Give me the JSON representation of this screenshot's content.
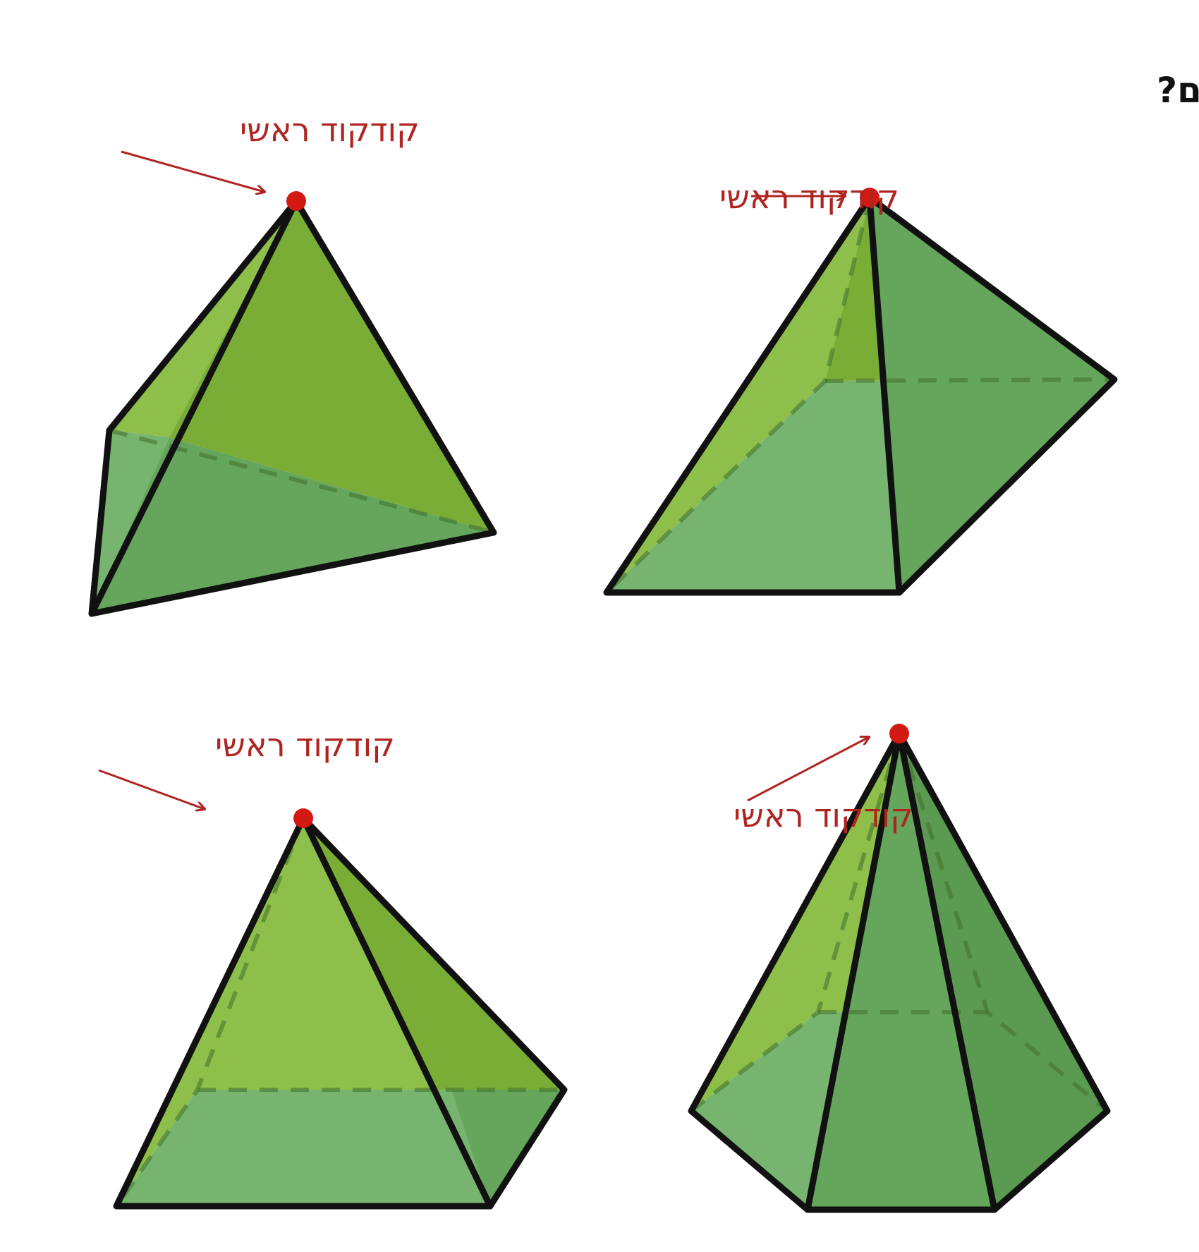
{
  "title": "מה משותף לכל הגופים הבאים?",
  "apex_label": "קודקוד ראשי",
  "colors": {
    "apex": "#d21a12",
    "label": "#b02420",
    "edge": "#111111",
    "face_light": "#8dbf4a",
    "face_mid": "#79ad35",
    "face_bottom": "#77b46f"
  },
  "shapes": [
    {
      "name": "triangular pyramid",
      "label": "קודקוד ראשי"
    },
    {
      "name": "square pyramid (side view)",
      "label": "קודקוד ראשי"
    },
    {
      "name": "square pyramid (front view)",
      "label": "קודקוד ראשי"
    },
    {
      "name": "hexagonal pyramid",
      "label": "קודקוד ראשי"
    }
  ]
}
